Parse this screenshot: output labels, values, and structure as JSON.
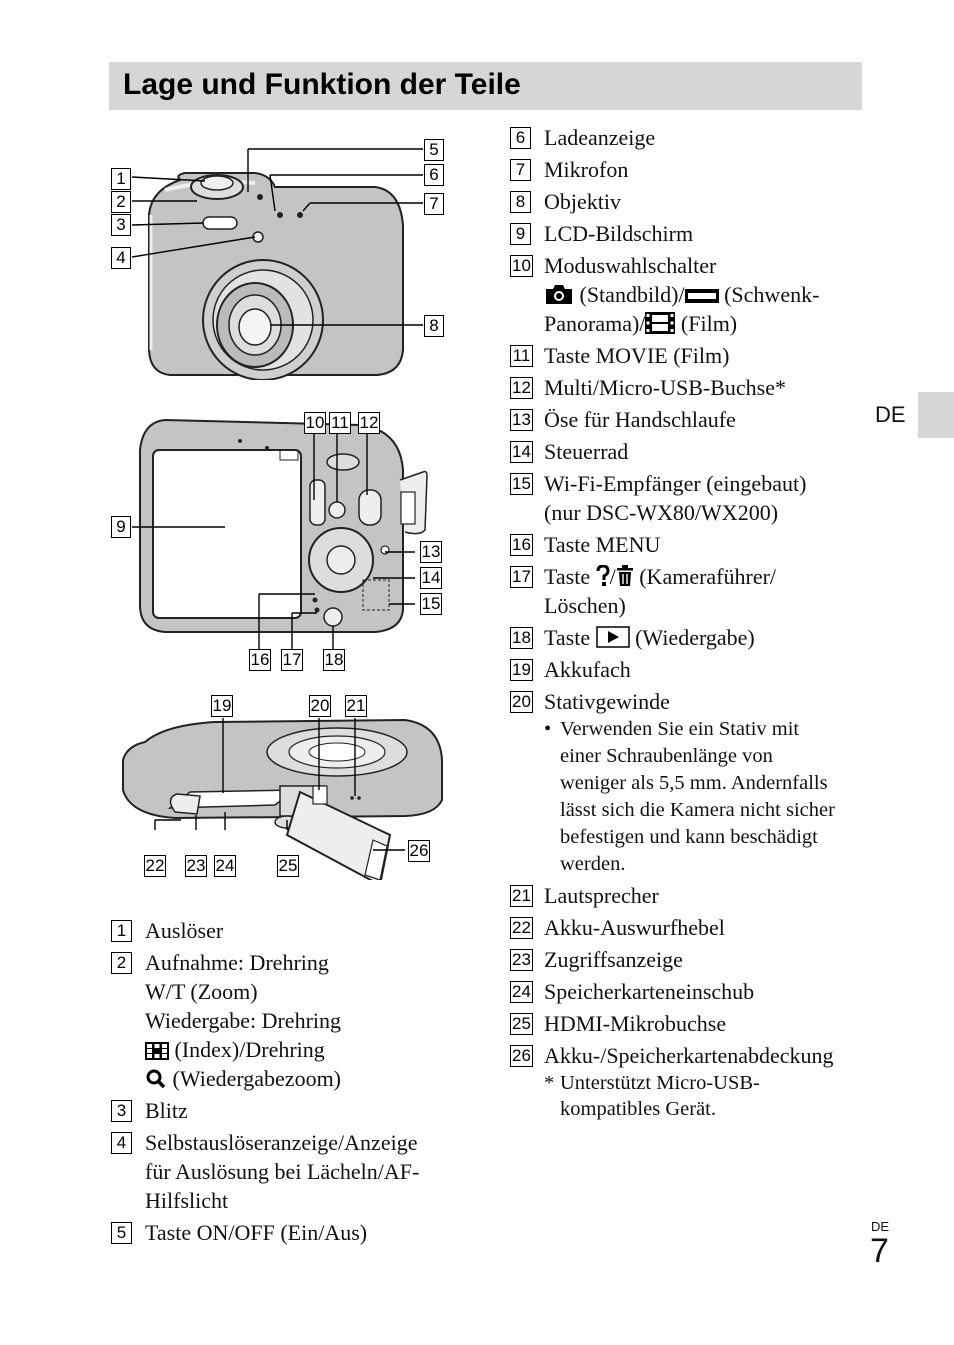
{
  "page": {
    "title": "Lage und Funktion der Teile",
    "language_tab": "DE",
    "footer_lang": "DE",
    "page_number": "7"
  },
  "icons": {
    "camera": "still-camera-icon",
    "panorama": "panorama-icon",
    "film": "film-icon",
    "index": "index-grid-icon",
    "zoom": "magnifier-icon",
    "help": "question-icon",
    "trash": "trash-icon",
    "play": "play-icon"
  },
  "callouts": {
    "top": [
      "1",
      "2",
      "3",
      "4",
      "5",
      "6",
      "7",
      "8"
    ],
    "back": [
      "9",
      "10",
      "11",
      "12",
      "13",
      "14",
      "15",
      "16",
      "17",
      "18"
    ],
    "bottom": [
      "19",
      "20",
      "21",
      "22",
      "23",
      "24",
      "25",
      "26"
    ]
  },
  "left_items": [
    {
      "num": "1",
      "lines": [
        "Auslöser"
      ]
    },
    {
      "num": "2",
      "l1": "Aufnahme: Drehring",
      "l2": "W/T (Zoom)",
      "l3": "Wiedergabe: Drehring",
      "l4": "(Index)/Drehring",
      "l5": "(Wiedergabezoom)"
    },
    {
      "num": "3",
      "lines": [
        "Blitz"
      ]
    },
    {
      "num": "4",
      "l1": "Selbstauslöseranzeige/Anzeige",
      "l2": "für Auslösung bei Lächeln/AF-",
      "l3": "Hilfslicht"
    },
    {
      "num": "5",
      "lines": [
        "Taste ON/OFF (Ein/Aus)"
      ]
    }
  ],
  "right_items": {
    "i6": {
      "num": "6",
      "text": "Ladeanzeige"
    },
    "i7": {
      "num": "7",
      "text": "Mikrofon"
    },
    "i8": {
      "num": "8",
      "text": "Objektiv"
    },
    "i9": {
      "num": "9",
      "text": "LCD-Bildschirm"
    },
    "i10": {
      "num": "10",
      "text": "Moduswahlschalter",
      "a": "(Standbild)/",
      "b": "(Schwenk-",
      "c": "Panorama)/",
      "d": "(Film)"
    },
    "i11": {
      "num": "11",
      "text": "Taste MOVIE (Film)"
    },
    "i12": {
      "num": "12",
      "text": "Multi/Micro-USB-Buchse*"
    },
    "i13": {
      "num": "13",
      "text": "Öse für Handschlaufe"
    },
    "i14": {
      "num": "14",
      "text": "Steuerrad"
    },
    "i15": {
      "num": "15",
      "text": "Wi-Fi-Empfänger (eingebaut)",
      "text2": "(nur DSC-WX80/WX200)"
    },
    "i16": {
      "num": "16",
      "text": "Taste MENU"
    },
    "i17": {
      "num": "17",
      "a": "Taste",
      "b": "(Kameraführer/",
      "c": "Löschen)"
    },
    "i18": {
      "num": "18",
      "a": "Taste",
      "b": "(Wiedergabe)"
    },
    "i19": {
      "num": "19",
      "text": "Akkufach"
    },
    "i20": {
      "num": "20",
      "text": "Stativgewinde",
      "bullet": [
        "Verwenden Sie ein Stativ mit",
        "einer Schraubenlänge von",
        "weniger als 5,5 mm. Andernfalls",
        "lässt sich die Kamera nicht sicher",
        "befestigen und kann beschädigt",
        "werden."
      ]
    },
    "i21": {
      "num": "21",
      "text": "Lautsprecher"
    },
    "i22": {
      "num": "22",
      "text": "Akku-Auswurfhebel"
    },
    "i23": {
      "num": "23",
      "text": "Zugriffsanzeige"
    },
    "i24": {
      "num": "24",
      "text": "Speicherkarteneinschub"
    },
    "i25": {
      "num": "25",
      "text": "HDMI-Mikrobuchse"
    },
    "i26": {
      "num": "26",
      "text": "Akku-/Speicherkartenabdeckung"
    }
  },
  "footnote": [
    "Unterstützt Micro-USB-",
    "kompatibles Gerät."
  ]
}
